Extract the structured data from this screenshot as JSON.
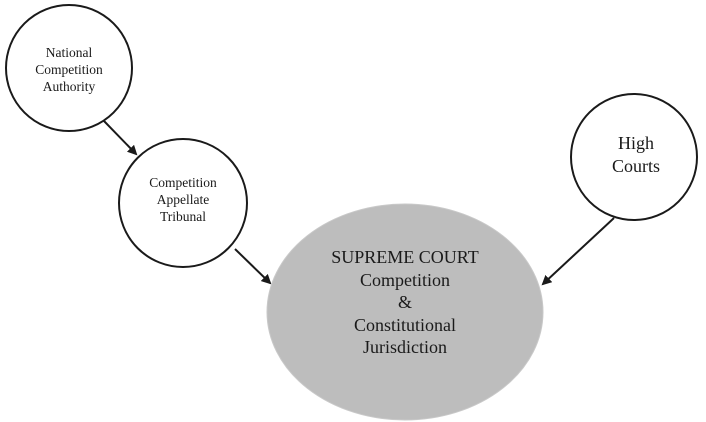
{
  "nodes": {
    "nca": {
      "lines": [
        "National",
        "Competition",
        "Authority"
      ]
    },
    "cat": {
      "lines": [
        "Competition",
        "Appellate",
        "Tribunal"
      ]
    },
    "high_courts": {
      "lines": [
        "High",
        "Courts"
      ]
    },
    "supreme_court": {
      "lines": [
        "SUPREME COURT",
        "Competition",
        "&",
        "Constitutional",
        "Jurisdiction"
      ]
    }
  },
  "colors": {
    "circle_stroke": "#1a1a1a",
    "circle_fill": "#ffffff",
    "supreme_fill": "#bdbdbd",
    "supreme_stroke": "#c9c9c9",
    "arrow": "#1a1a1a"
  }
}
